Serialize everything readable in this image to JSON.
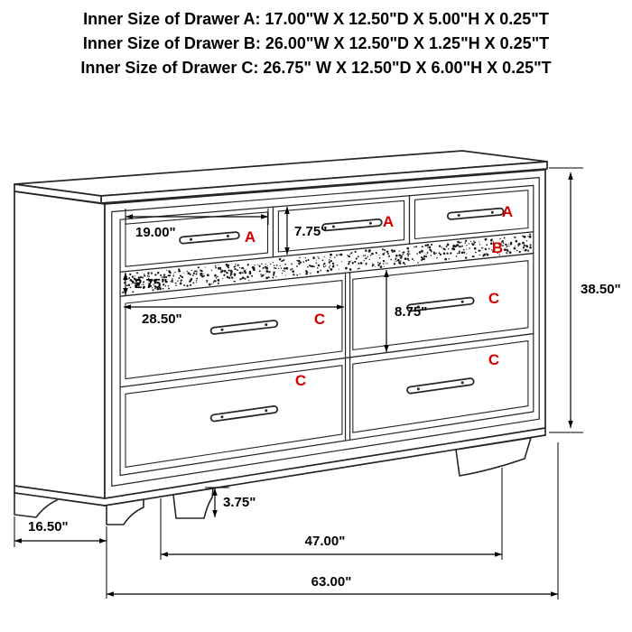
{
  "header": {
    "lines": [
      "Inner Size of Drawer A: 17.00\"W X 12.50\"D X 5.00\"H X 0.25\"T",
      "Inner Size of Drawer B: 26.00\"W X 12.50\"D X 1.25\"H X 0.25\"T",
      "Inner Size of Drawer C: 26.75\" W X 12.50\"D X 6.00\"H X 0.25\"T"
    ]
  },
  "labels": {
    "drawer_a": "A",
    "drawer_b": "B",
    "drawer_c": "C"
  },
  "dims": {
    "drawer_a_width": "19.00\"",
    "drawer_a_height": "7.75\"",
    "drawer_b_height": "2.75\"",
    "drawer_c_width": "28.50\"",
    "drawer_c_height": "8.75\"",
    "overall_height": "38.50\"",
    "depth": "16.50\"",
    "foot_height": "3.75\"",
    "feet_span": "47.00\"",
    "overall_width": "63.00\""
  },
  "colors": {
    "letter_red": "#d40000",
    "line_dark": "#262626"
  }
}
